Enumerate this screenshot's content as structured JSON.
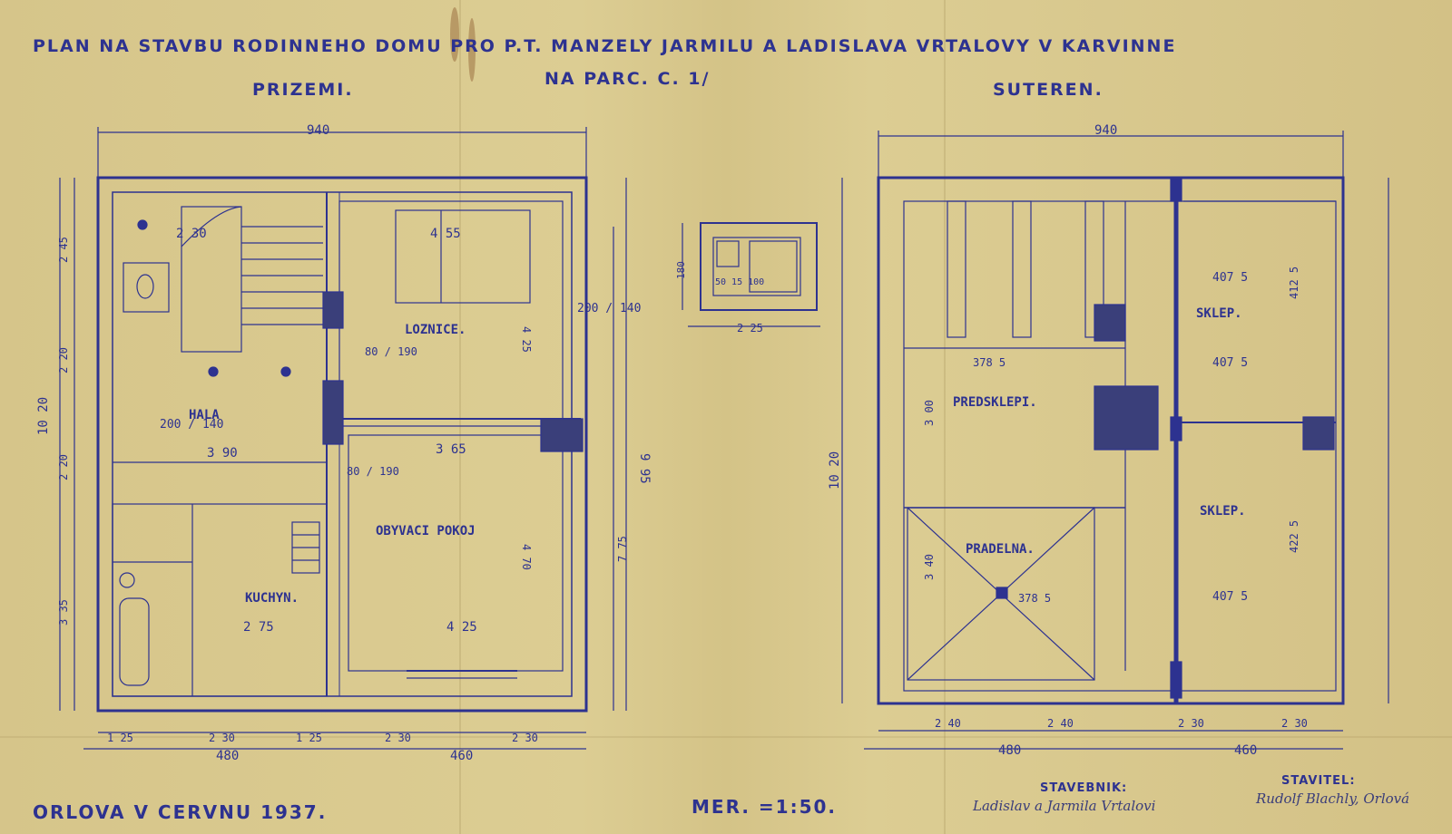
{
  "title": {
    "line1": "PLAN NA STAVBU RODINNEHO DOMU PRO P.T. MANZELY JARMILU A LADISLAVA VRTALOVY V KARVINNE",
    "parcel": "NA PARC. C. 1/",
    "ground_floor": "PRIZEMI.",
    "basement": "SUTEREN."
  },
  "footer": {
    "place_date": "ORLOVA V CERVNU 1937.",
    "scale": "MER. =1:50.",
    "builder_label": "STAVEBNIK:",
    "builder_sign": "Ladislav a Jarmila Vrtalovi",
    "contractor_label": "STAVITEL:",
    "contractor_sign": "Rudolf Blachly, Orlová"
  },
  "ground_rooms": {
    "bedroom": "LOZNICE.",
    "hall": "HALA",
    "living": "OBYVACI POKOJ",
    "kitchen": "KUCHYN."
  },
  "basement_rooms": {
    "pre_cellar": "PREDSKLEPI.",
    "laundry": "PRADELNA.",
    "cellar1": "SKLEP.",
    "cellar2": "SKLEP."
  },
  "ground_dims": {
    "overall_width": "940",
    "left_width": "480",
    "right_width": "460",
    "total_height": "10 20",
    "right_height": "9 95",
    "inner_right_height": "7 75",
    "bedroom_width": "4 55",
    "bedroom_height": "4 25",
    "living_width": "4 25",
    "living_height": "4 70",
    "hall_width": "3 90",
    "kitchen_width": "2 75",
    "stair_width": "2 30",
    "living_span": "3 65",
    "bottom_dims": [
      "1 25",
      "2 30",
      "1 25",
      "2 30",
      "2 30"
    ],
    "left_dims": [
      "2 45",
      "2 20",
      "2 20",
      "3 35"
    ],
    "window_200_140": "200 / 140",
    "door_80_190": "80 / 190"
  },
  "chimney": {
    "w": "2 25",
    "h": "180",
    "dims": "50 15 100"
  },
  "basement_dims": {
    "overall_width": "940",
    "left_width": "480",
    "right_width": "460",
    "total_height": "10 20",
    "cellar_width": "407 5",
    "cellar1_height": "412 5",
    "cellar2_height": "422 5",
    "pre_cellar_width": "378 5",
    "laundry_width": "378 5",
    "laundry_height": "3 40",
    "pre_cellar_height": "3 00",
    "bottom_dims": [
      "2 40",
      "2 40",
      "2 30",
      "2 30"
    ]
  },
  "colors": {
    "paper": "#d9c98e",
    "ink": "#2d3290"
  }
}
